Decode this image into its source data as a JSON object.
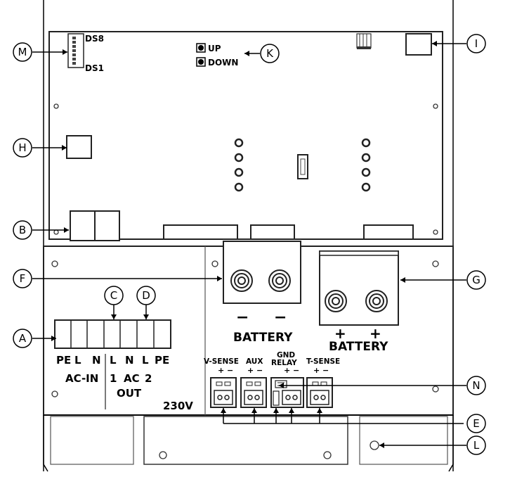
{
  "labels": {
    "ds8": "DS8",
    "ds1": "DS1",
    "up": "UP",
    "down": "DOWN",
    "minus_battery": "BATTERY",
    "plus_battery": "BATTERY",
    "minus_sign": "−",
    "plus_sign": "+",
    "terminals": {
      "pe1": "PE",
      "l1": "L",
      "n1": "N",
      "l2": "L",
      "n2": "N",
      "l3": "L",
      "pe2": "PE"
    },
    "ac_in": "AC-IN",
    "ac_out_1": "1",
    "ac_out_ac": "AC",
    "ac_out_2": "2",
    "ac_out_out": "OUT",
    "voltage": "230V",
    "v_sense": "V-SENSE",
    "aux": "AUX",
    "gnd": "GND",
    "relay": "RELAY",
    "t_sense": "T-SENSE",
    "pm": "+ −"
  },
  "callouts": {
    "A": "A",
    "B": "B",
    "C": "C",
    "D": "D",
    "E": "E",
    "F": "F",
    "G": "G",
    "H": "H",
    "I": "I",
    "K": "K",
    "L": "L",
    "M": "M",
    "N": "N"
  }
}
